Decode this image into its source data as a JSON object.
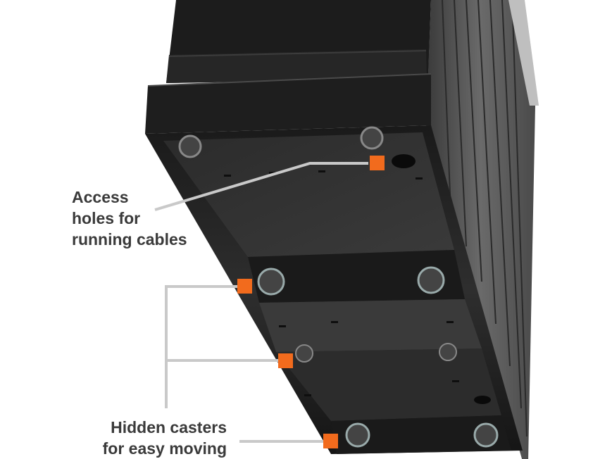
{
  "image": {
    "description_visible_text_only": true
  },
  "callouts": {
    "access_holes": {
      "line1": "Access",
      "line2": "holes for",
      "line3": "running cables"
    },
    "hidden_casters": {
      "line1": "Hidden casters",
      "line2": "for easy moving"
    }
  },
  "colors": {
    "marker": "#f26b1d",
    "leader_line": "#c9c9c9",
    "label_text": "#3a3a3a",
    "cabinet_body": "#2a2a2a",
    "cabinet_side": "#5a5a5a"
  },
  "icons": {
    "marker": "orange-square-marker",
    "caster": "caster-wheel-icon"
  }
}
